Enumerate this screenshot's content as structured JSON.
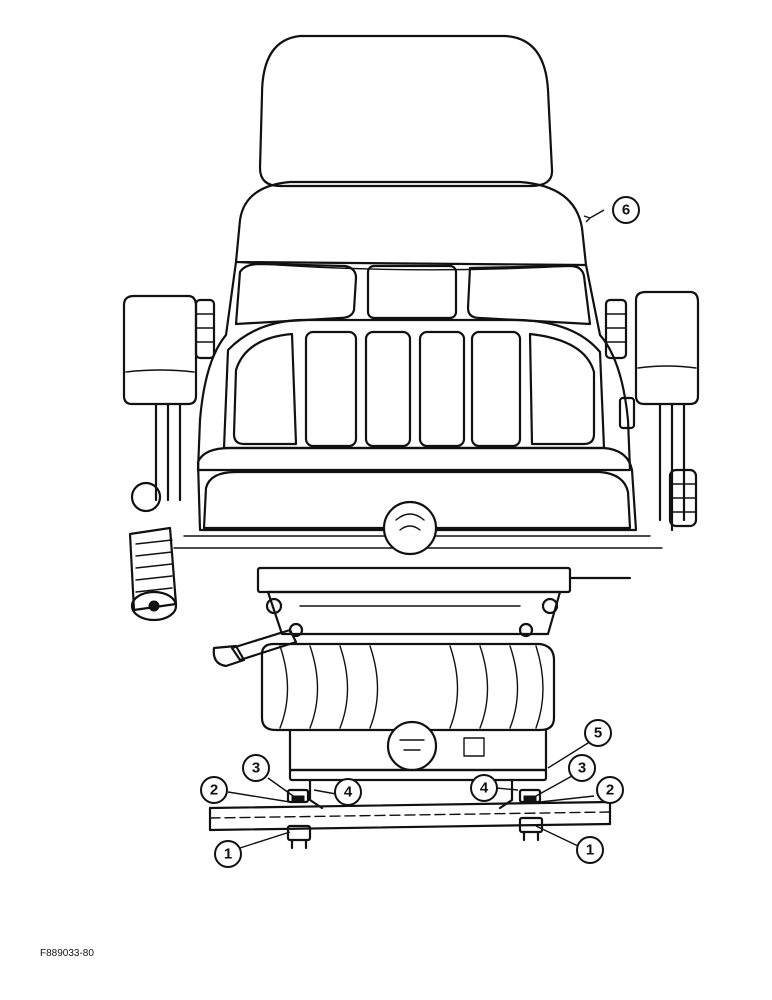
{
  "figure_id": "F889033-80",
  "callouts": [
    {
      "id": "c1-left",
      "label": "1"
    },
    {
      "id": "c2-left",
      "label": "2"
    },
    {
      "id": "c3-left",
      "label": "3"
    },
    {
      "id": "c4-left",
      "label": "4"
    },
    {
      "id": "c5",
      "label": "5"
    },
    {
      "id": "c4-right",
      "label": "4"
    },
    {
      "id": "c3-right",
      "label": "3"
    },
    {
      "id": "c2-right",
      "label": "2"
    },
    {
      "id": "c1-right",
      "label": "1"
    },
    {
      "id": "c6",
      "label": "6"
    }
  ]
}
